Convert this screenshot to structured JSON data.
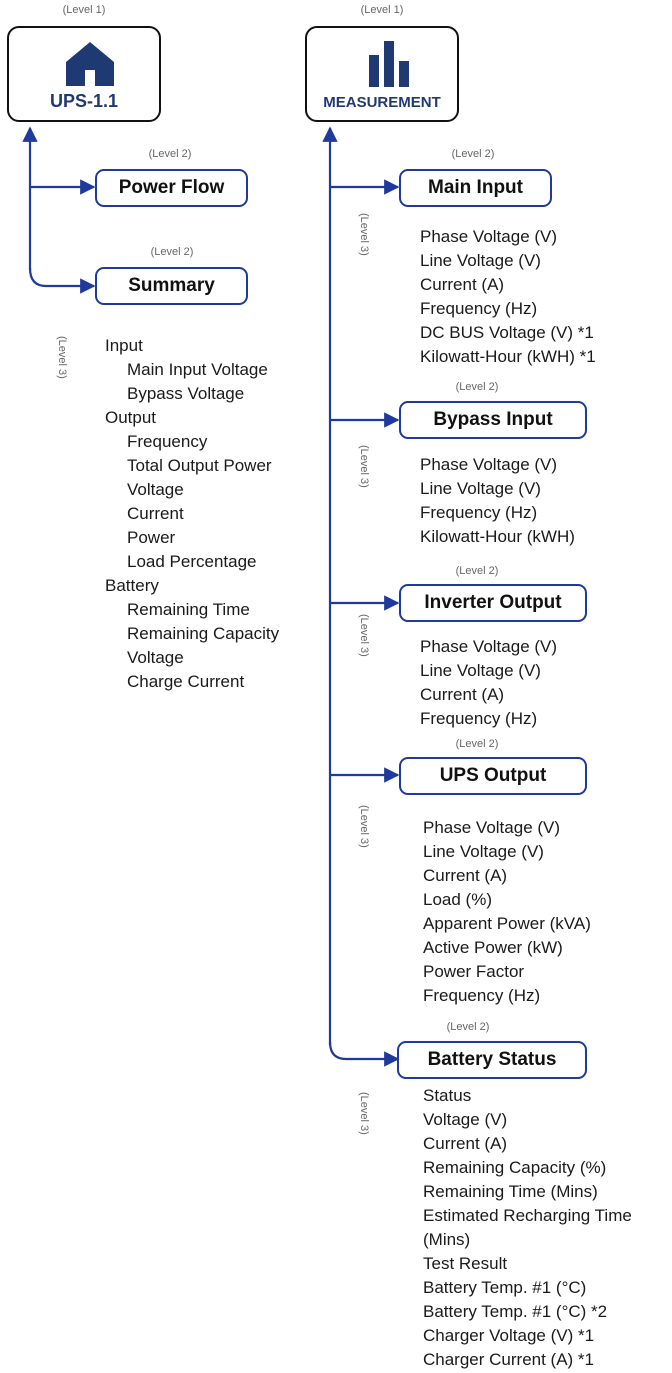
{
  "ups": {
    "level": "(Level 1)",
    "label": "UPS-1.1",
    "icon": "home-icon",
    "children": [
      {
        "level": "(Level 2)",
        "label": "Power Flow"
      },
      {
        "level": "(Level 2)",
        "label": "Summary",
        "level3": "(Level 3)",
        "groups": [
          {
            "title": "Input",
            "items": [
              "Main Input Voltage",
              "Bypass Voltage"
            ]
          },
          {
            "title": "Output",
            "items": [
              "Frequency",
              "Total Output Power",
              "Voltage",
              "Current",
              "Power",
              "Load Percentage"
            ]
          },
          {
            "title": "Battery",
            "items": [
              "Remaining Time",
              "Remaining Capacity",
              "Voltage",
              "Charge Current"
            ]
          }
        ]
      }
    ]
  },
  "measurement": {
    "level": "(Level 1)",
    "label": "MEASUREMENT",
    "icon": "bar-chart-icon",
    "children": [
      {
        "level": "(Level 2)",
        "label": "Main Input",
        "level3": "(Level 3)",
        "items": [
          "Phase Voltage (V)",
          "Line Voltage (V)",
          "Current (A)",
          "Frequency (Hz)",
          "DC BUS Voltage (V) *1",
          "Kilowatt-Hour (kWH) *1"
        ]
      },
      {
        "level": "(Level 2)",
        "label": "Bypass Input",
        "level3": "(Level 3)",
        "items": [
          "Phase Voltage (V)",
          "Line Voltage (V)",
          "Frequency (Hz)",
          "Kilowatt-Hour (kWH)"
        ]
      },
      {
        "level": "(Level 2)",
        "label": "Inverter Output",
        "level3": "(Level 3)",
        "items": [
          "Phase Voltage (V)",
          "Line Voltage (V)",
          "Current (A)",
          "Frequency (Hz)"
        ]
      },
      {
        "level": "(Level 2)",
        "label": "UPS Output",
        "level3": "(Level 3)",
        "items": [
          "Phase Voltage (V)",
          "Line Voltage (V)",
          "Current (A)",
          "Load (%)",
          "Apparent Power (kVA)",
          "Active Power (kW)",
          "Power Factor",
          "Frequency (Hz)"
        ]
      },
      {
        "level": "(Level 2)",
        "label": "Battery Status",
        "level3": "(Level 3)",
        "items": [
          "Status",
          "Voltage (V)",
          "Current (A)",
          "Remaining Capacity (%)",
          "Remaining Time (Mins)",
          "Estimated Recharging Time",
          "(Mins)",
          "Test Result",
          "Battery Temp. #1 (°C)",
          "Battery Temp. #1 (°C) *2",
          "Charger Voltage (V) *1",
          "Charger Current (A) *1"
        ]
      }
    ]
  },
  "colors": {
    "connector": "#1f3a9c",
    "icon": "#1f3a73"
  }
}
